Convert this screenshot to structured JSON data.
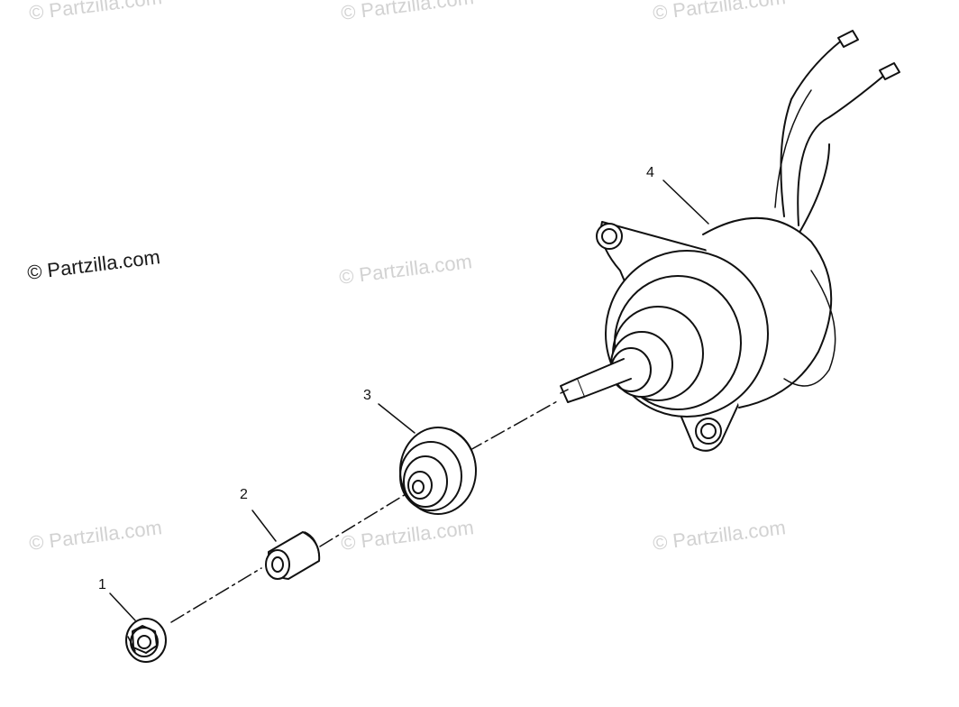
{
  "watermark": {
    "text": "© Partzilla.com",
    "prominent_text": "© Partzilla.com"
  },
  "callouts": [
    "1",
    "2",
    "3",
    "4"
  ],
  "colors": {
    "line": "#111111",
    "watermark": "#d2d2d2",
    "background": "#ffffff"
  }
}
